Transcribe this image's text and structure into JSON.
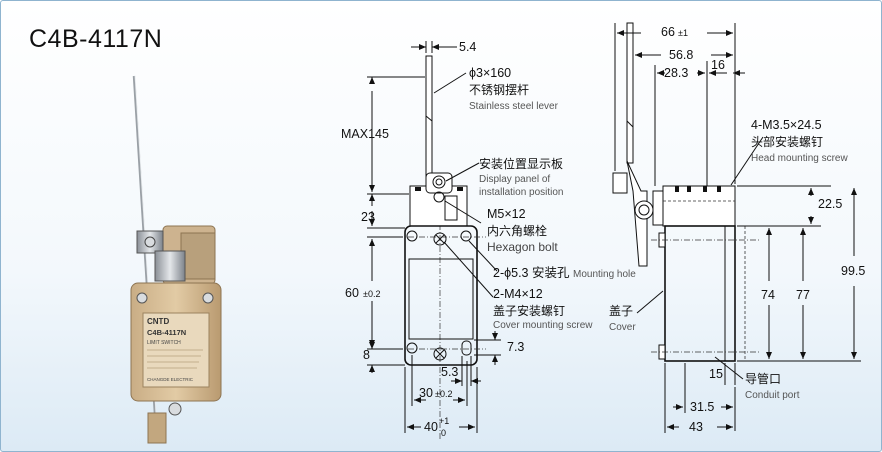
{
  "title": "C4B-4117N",
  "photo": {
    "brand": "CNTD",
    "model": "C4B-4117N",
    "type": "LIMIT SWITCH",
    "maker": "CHANGDE ELECTRIC"
  },
  "front": {
    "dim_5_4": "5.4",
    "lever_spec": "ϕ3×160",
    "lever_cn": "不锈钢摆杆",
    "lever_en": "Stainless steel lever",
    "max_len": "MAX145",
    "display_cn": "安装位置显示板",
    "display_en_1": "Display panel of",
    "display_en_2": "installation position",
    "dim_23": "23",
    "bolt_spec": "M5×12",
    "bolt_cn": "内六角螺栓",
    "bolt_en": "Hexagon bolt",
    "hole_spec": "2-ϕ5.3 安装孔",
    "hole_en": "Mounting hole",
    "screw_spec": "2-M4×12",
    "screw_cn": "盖子安装螺钉",
    "screw_en": "Cover mounting screw",
    "dim_60": "60",
    "tol_60": "±0.2",
    "dim_8": "8",
    "dim_7_3": "7.3",
    "dim_5_3": "5.3",
    "dim_30": "30",
    "tol_30": "±0.2",
    "dim_40": "40",
    "tol_40_up": "+1",
    "tol_40_dn": "0"
  },
  "side": {
    "dim_66": "66",
    "tol_66": "±1",
    "dim_56_8": "56.8",
    "dim_28_3": "28.3",
    "dim_16": "16",
    "head_spec": "4-M3.5×24.5",
    "head_cn": "头部安装螺钉",
    "head_en": "Head mounting screw",
    "dim_22_5": "22.5",
    "dim_99_5": "99.5",
    "dim_74": "74",
    "dim_77": "77",
    "cover_cn": "盖子",
    "cover_en": "Cover",
    "dim_15": "15",
    "conduit_cn": "导管口",
    "conduit_en": "Conduit port",
    "dim_31_5": "31.5",
    "dim_43": "43"
  }
}
